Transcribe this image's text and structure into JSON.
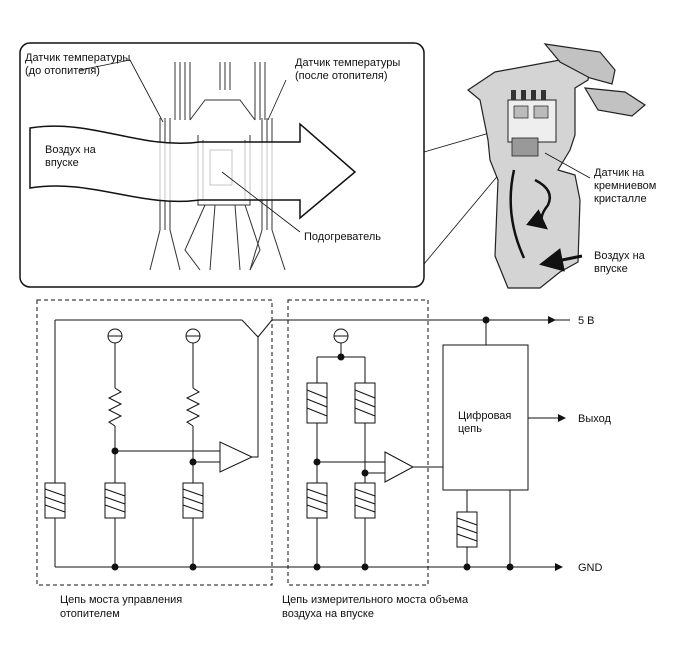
{
  "sensor_view": {
    "temp_before": [
      "Датчик температуры",
      "(до отопителя)"
    ],
    "temp_after": [
      "Датчик температуры",
      "(после отопителя)"
    ],
    "intake_air": [
      "Воздух на",
      "впуске"
    ],
    "heater": "Подогреватель"
  },
  "sensor_body": {
    "silicon_sensor": [
      "Датчик на",
      "кремниевом",
      "кристалле"
    ],
    "intake_air": [
      "Воздух на",
      "впуске"
    ]
  },
  "circuit": {
    "supply": "5 В",
    "output": "Выход",
    "ground": "GND",
    "digital": [
      "Цифровая",
      "цепь"
    ],
    "heater_bridge": [
      "Цепь моста управления",
      "отопителем"
    ],
    "measure_bridge": [
      "Цепь измерительного моста объема",
      "воздуха на впуске"
    ]
  }
}
